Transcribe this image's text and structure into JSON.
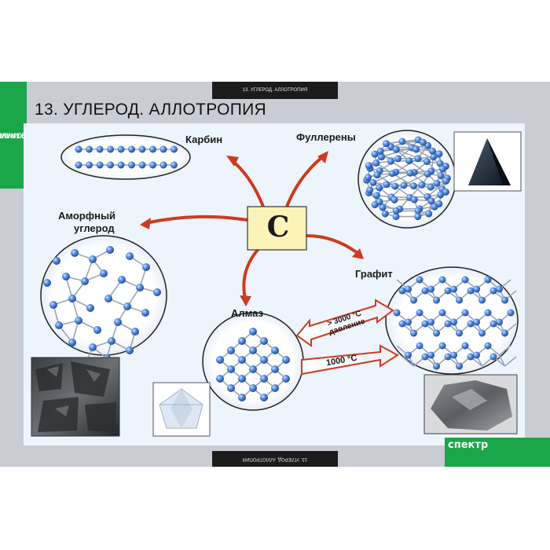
{
  "header": {
    "top_label": "13. УГЛЕРОД. АЛЛОТРОПИЯ",
    "bottom_label": "13. УГЛЕРОД. АЛЛОТРОПИЯ",
    "side_tab_line1": "ХИМИЯ",
    "side_tab_line2": "НЕМЕТАЛЛЫ",
    "title": "13. УГЛЕРОД.  АЛЛОТРОПИЯ"
  },
  "diagram": {
    "center_symbol": "C",
    "labels": {
      "carbin": "Карбин",
      "fullerenes": "Фуллерены",
      "amorphous_line1": "Аморфный",
      "amorphous_line2": "углерод",
      "graphite": "Графит",
      "diamond": "Алмаз"
    },
    "arrow_to_diamond_line1": "> 3000 °C",
    "arrow_to_diamond_line2": "давление",
    "arrow_to_graphite": "1000 °C"
  },
  "footer": {
    "brand": "спектр"
  },
  "colors": {
    "green": "#1aa64a",
    "atom_blue": "#3b73c9",
    "arrow_red": "#cc3b22",
    "center_box": "#fbf3b8",
    "background_gray": "#c9ccd3"
  }
}
